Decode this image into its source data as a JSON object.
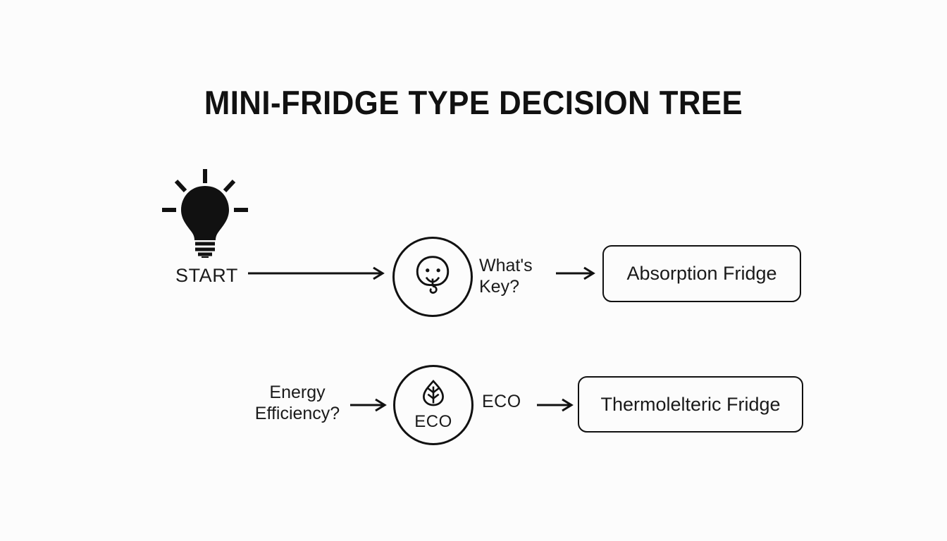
{
  "page": {
    "title": "MINI-FRIDGE TYPE DECISION TREE",
    "background_color": "#fcfcfc",
    "ink_color": "#111111"
  },
  "diagram": {
    "type": "decision-tree",
    "start": {
      "icon": "lightbulb-icon",
      "label": "START"
    },
    "branches": [
      {
        "id": "branch-key",
        "node": {
          "icon": "face-spiral-icon",
          "shape": "circle",
          "inner_label": ""
        },
        "edge_label": "What's\nKey?",
        "result": "Absorption Fridge"
      },
      {
        "id": "branch-eco",
        "question_label": "Energy\nEfficiency?",
        "node": {
          "icon": "leaf-icon",
          "shape": "circle",
          "inner_label": "ECO"
        },
        "edge_label": "ECO",
        "result": "Thermolelteric Fridge"
      }
    ]
  }
}
